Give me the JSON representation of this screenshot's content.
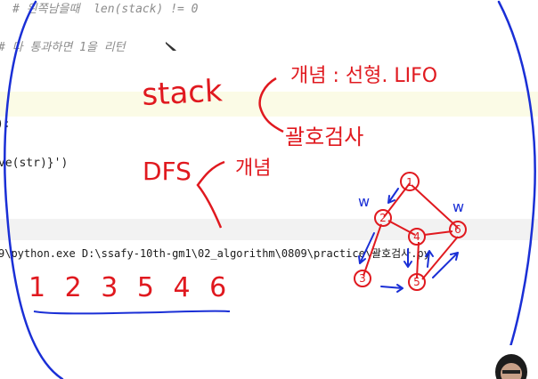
{
  "editor": {
    "lines": [
      "# 왼쪽남을때  len(stack) != 0",
      "# 다 통과하면 1을 리턴",
      "):",
      "ve(str)}')"
    ]
  },
  "terminal": {
    "command": "9\\python.exe D:\\ssafy-10th-gm1\\02_algorithm\\0809\\practice\\괄호검사.py"
  },
  "annotations": {
    "stack": "stack",
    "concept1": "개념 : 선형. LIFO",
    "bracket_check": "괄호검사",
    "dfs": "DFS",
    "concept2": "개념",
    "output": "1 2 3 5 4 6",
    "graph_nodes": [
      "1",
      "2",
      "4",
      "6",
      "3",
      "5"
    ],
    "w_labels": [
      "w",
      "w"
    ]
  },
  "colors": {
    "highlight_band": "#fbfbe6",
    "separator_band": "#f2f2f2",
    "ink_red": "#e0191f",
    "ink_blue": "#1a2fd6"
  }
}
